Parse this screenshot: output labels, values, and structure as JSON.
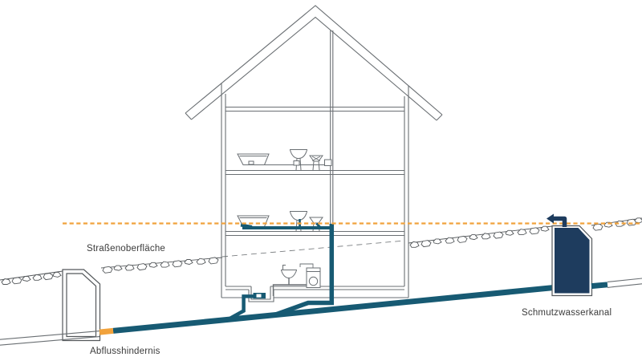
{
  "diagram": {
    "title": "Building drainage cross-section with sewer backflow",
    "labels": {
      "street_surface": "Straßenoberfläche",
      "drainage_obstacle": "Abflusshindernis",
      "sewer_channel": "Schmutzwasserkanal"
    },
    "colors": {
      "pipe_fill": "#175A73",
      "backflow_water": "#1E3C5E",
      "backflow_level_line": "#F1A23C",
      "obstacle_marker": "#F1A23C",
      "outline_gray": "#6A6F73",
      "ground_gray": "#54585B",
      "label_text": "#3B3B3B",
      "background": "#FFFFFF"
    },
    "icons": {
      "overflow_arrow": "overflow-arrow-icon"
    }
  }
}
